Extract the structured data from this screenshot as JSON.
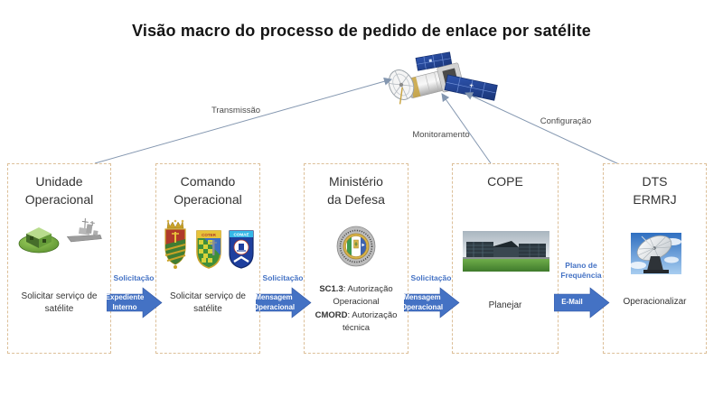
{
  "title": "Visão macro do processo de pedido de enlace por satélite",
  "links": [
    {
      "label": "Transmissão"
    },
    {
      "label": "Monitoramento"
    },
    {
      "label": "Configuração"
    }
  ],
  "stages": [
    {
      "title1": "Unidade",
      "title2": "Operacional",
      "action": "Solicitar serviço de satélite"
    },
    {
      "title1": "Comando",
      "title2": "Operacional",
      "action": "Solicitar serviço de satélite"
    },
    {
      "title1": "Ministério",
      "title2": "da Defesa",
      "auth1_bold": "SC1.3",
      "auth1_rest": ": Autorização",
      "auth2": "Operacional",
      "auth3_bold": "CMORD",
      "auth3_rest": ": Autorização",
      "auth4": "técnica"
    },
    {
      "title1": "COPE",
      "title2": "",
      "action": "Planejar"
    },
    {
      "title1": "DTS",
      "title2": "ERMRJ",
      "action": "Operacionalizar"
    }
  ],
  "flows": [
    {
      "label1": "Solicitação",
      "label2": "",
      "arrow1": "Expediente",
      "arrow2": "Interno"
    },
    {
      "label1": "Solicitação",
      "label2": "",
      "arrow1": "Mensagem",
      "arrow2": "Operacional"
    },
    {
      "label1": "Solicitação",
      "label2": "",
      "arrow1": "Mensagem",
      "arrow2": "Operacional"
    },
    {
      "label1": "Plano de",
      "label2": "Frequência",
      "arrow1": "E-Mail",
      "arrow2": ""
    }
  ],
  "icons": {
    "satellite-image": "3d satellite render with dish and solar panels",
    "tank-image": "green armored unit on terrain",
    "warship-image": "grey navy warship",
    "crest-naval": "naval command coat of arms",
    "crest2_text": "COTER",
    "crest3_text": "COMAE",
    "md-seal": "Ministério da Defesa round seal",
    "cope-building-photo": "COPE headquarters building",
    "dish-photo": "ground station parabolic antenna"
  },
  "colors": {
    "arrow_blue": "#4472C4",
    "link_line": "#8497B0",
    "box_border": "#DCBF98"
  }
}
